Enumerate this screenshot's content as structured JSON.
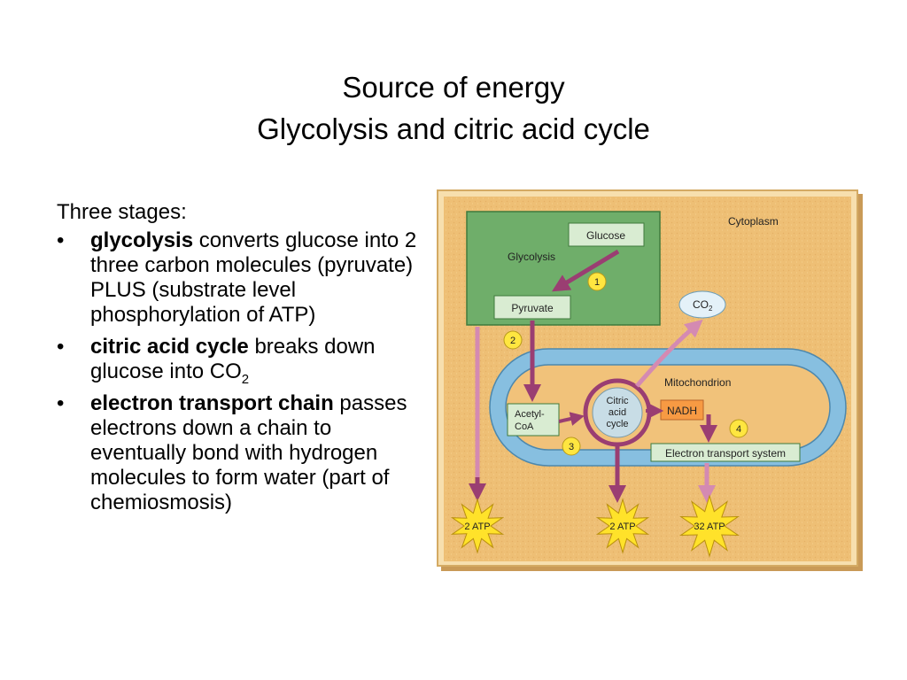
{
  "slide": {
    "title_line1": "Source of energy",
    "title_line2": "Glycolysis and citric acid cycle"
  },
  "body": {
    "intro": "Three stages:",
    "bullets": [
      {
        "bold": "glycolysis",
        "text": " converts glucose into 2 three carbon molecules (pyruvate) PLUS (substrate level phosphorylation of ATP)"
      },
      {
        "bold": "citric acid cycle",
        "text": " breaks down glucose into CO",
        "sub": "2"
      },
      {
        "bold": "electron transport chain",
        "text": " passes electrons down a chain to eventually bond with hydrogen molecules to form water (part of chemiosmosis)"
      }
    ]
  },
  "diagram": {
    "cytoplasm": "Cytoplasm",
    "glucose": "Glucose",
    "glycolysis": "Glycolysis",
    "pyruvate": "Pyruvate",
    "co2": "CO",
    "co2_sub": "2",
    "mitochondrion": "Mitochondrion",
    "acetyl_coa_line1": "Acetyl-",
    "acetyl_coa_line2": "CoA",
    "citric_line1": "Citric",
    "citric_line2": "acid",
    "citric_line3": "cycle",
    "nadh": "NADH",
    "electron_transport": "Electron transport system",
    "step1": "1",
    "step2": "2",
    "step3": "3",
    "step4": "4",
    "atp1": "2 ATP",
    "atp2": "2 ATP",
    "atp3": "32 ATP",
    "colors": {
      "background": "#f0c57e",
      "glycolysis_box": "#6fae6a",
      "membrane": "#87bfe0",
      "matrix": "#f1c27a",
      "arrow": "#9a3e72",
      "step_circle": "#ffe640",
      "atp_star": "#ffe22a",
      "nadh_box": "#f79a43"
    }
  }
}
